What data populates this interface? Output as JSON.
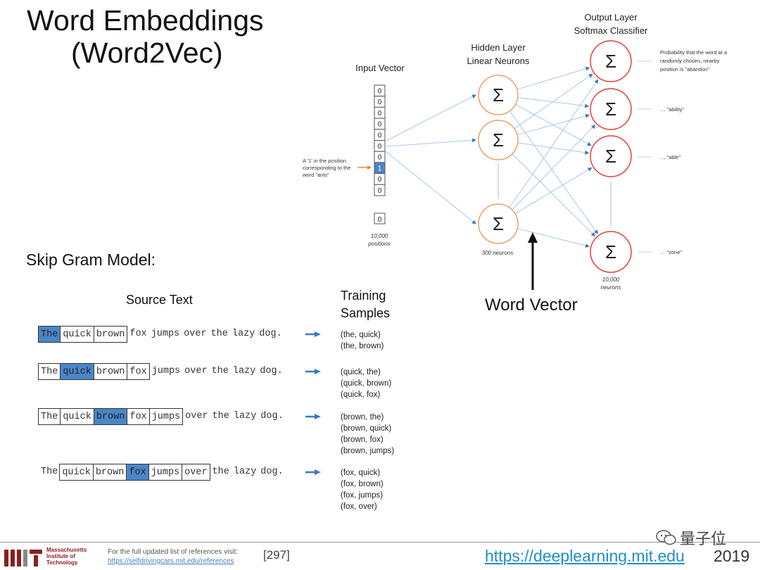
{
  "title": {
    "line1": "Word Embeddings",
    "line2": "(Word2Vec)"
  },
  "network": {
    "input_label": "Input Vector",
    "input_cells": [
      "0",
      "0",
      "0",
      "0",
      "0",
      "0",
      "0",
      "1",
      "0",
      "0"
    ],
    "input_last_cell": "0",
    "input_annotation": [
      "A '1' in the position",
      "corresponding to the",
      "word \"ants\""
    ],
    "input_caption": [
      "10,000",
      "positions"
    ],
    "hidden_label": [
      "Hidden Layer",
      "Linear Neurons"
    ],
    "hidden_caption": "300 neurons",
    "output_label": [
      "Output Layer",
      "Softmax Classifier"
    ],
    "output_caption": [
      "10,000",
      "neurons"
    ],
    "neuron_symbol": "Σ",
    "output_annotations": [
      [
        "Probability that the word at a",
        "randomly chosen, nearby",
        "position is \"abandon\""
      ],
      [
        "… \"ability\""
      ],
      [
        "… \"able\""
      ],
      [
        "… \"zone\""
      ]
    ],
    "word_vector_label": "Word Vector"
  },
  "skip_gram": {
    "heading": "Skip Gram Model:",
    "source_heading": "Source Text",
    "training_heading": [
      "Training",
      "Samples"
    ],
    "rows": [
      {
        "words": [
          "The",
          "quick",
          "brown",
          "fox",
          "jumps",
          "over",
          "the",
          "lazy",
          "dog."
        ],
        "target": 0,
        "window": [
          0,
          2
        ],
        "samples": [
          "(the, quick)",
          "(the, brown)"
        ]
      },
      {
        "words": [
          "The",
          "quick",
          "brown",
          "fox",
          "jumps",
          "over",
          "the",
          "lazy",
          "dog."
        ],
        "target": 1,
        "window": [
          0,
          3
        ],
        "samples": [
          "(quick, the)",
          "(quick, brown)",
          "(quick, fox)"
        ]
      },
      {
        "words": [
          "The",
          "quick",
          "brown",
          "fox",
          "jumps",
          "over",
          "the",
          "lazy",
          "dog."
        ],
        "target": 2,
        "window": [
          0,
          4
        ],
        "samples": [
          "(brown, the)",
          "(brown, quick)",
          "(brown, fox)",
          "(brown, jumps)"
        ]
      },
      {
        "words": [
          "The",
          "quick",
          "brown",
          "fox",
          "jumps",
          "over",
          "the",
          "lazy",
          "dog."
        ],
        "target": 3,
        "window": [
          1,
          5
        ],
        "samples": [
          "(fox, quick)",
          "(fox, brown)",
          "(fox, jumps)",
          "(fox, over)"
        ]
      }
    ]
  },
  "footer": {
    "institution": [
      "Massachusetts",
      "Institute of",
      "Technology"
    ],
    "refs_text": "For the full updated list of references visit:",
    "refs_link": "https://selfdrivingcars.mit.edu/references",
    "slide_number": "[297]",
    "course_url": "https://deeplearning.mit.edu",
    "year": "2019",
    "watermark": "量子位"
  },
  "colors": {
    "highlight": "#4a86c8",
    "hidden_neuron": "#e8a06a",
    "output_neuron": "#e0403a",
    "connection": "#a9c6e6",
    "arrow": "#3a78c0"
  }
}
